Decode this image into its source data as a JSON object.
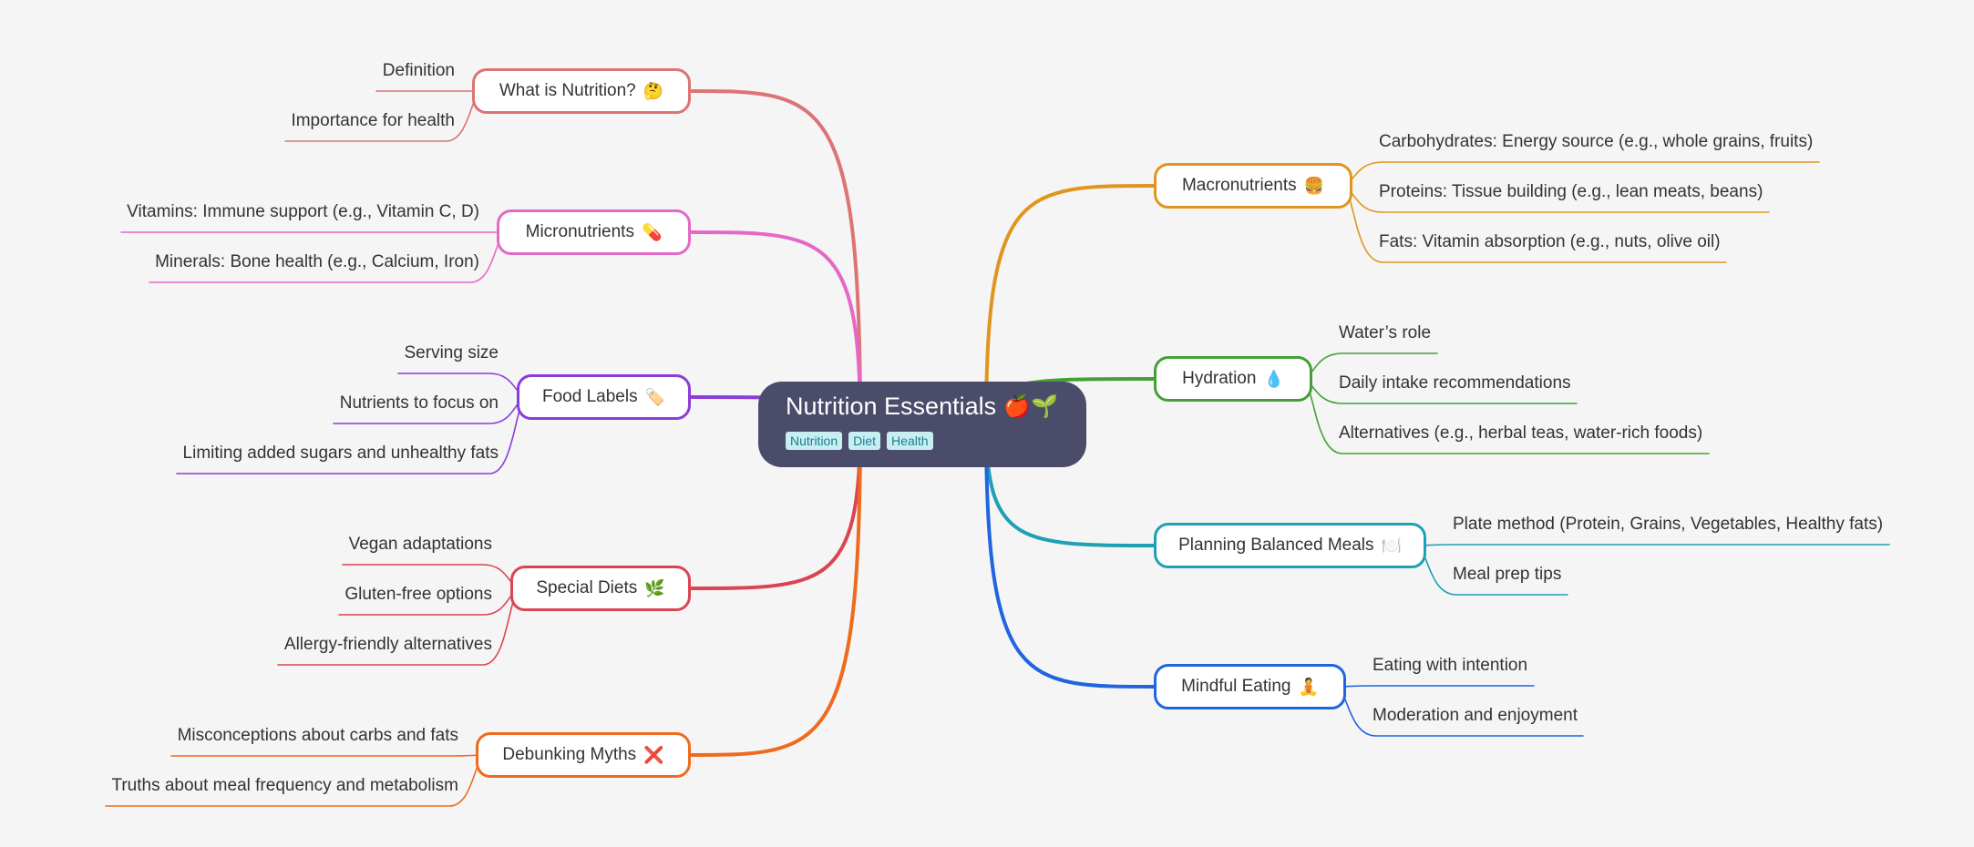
{
  "root": {
    "title": "Nutrition Essentials",
    "emoji": "🍎🌱",
    "tags": [
      "Nutrition",
      "Diet",
      "Health"
    ]
  },
  "branches": [
    {
      "id": "what-is-nutrition",
      "label": "What is Nutrition?",
      "emoji": "🤔",
      "color": "#dd7373",
      "children": [
        "Definition",
        "Importance for health"
      ]
    },
    {
      "id": "micronutrients",
      "label": "Micronutrients",
      "emoji": "💊",
      "color": "#e468c8",
      "children": [
        "Vitamins: Immune support (e.g., Vitamin C, D)",
        "Minerals: Bone health (e.g., Calcium, Iron)"
      ]
    },
    {
      "id": "food-labels",
      "label": "Food Labels",
      "emoji": "🏷️",
      "color": "#8b3dd8",
      "children": [
        "Serving size",
        "Nutrients to focus on",
        "Limiting added sugars and unhealthy fats"
      ]
    },
    {
      "id": "special-diets",
      "label": "Special Diets",
      "emoji": "🌿",
      "color": "#db4553",
      "children": [
        "Vegan adaptations",
        "Gluten-free options",
        "Allergy-friendly alternatives"
      ]
    },
    {
      "id": "debunking-myths",
      "label": "Debunking Myths",
      "emoji": "❌",
      "color": "#f06a1d",
      "children": [
        "Misconceptions about carbs and fats",
        "Truths about meal frequency and metabolism"
      ]
    },
    {
      "id": "macronutrients",
      "label": "Macronutrients",
      "emoji": "🍔",
      "color": "#e0951f",
      "children": [
        "Carbohydrates: Energy source (e.g., whole grains, fruits)",
        "Proteins: Tissue building (e.g., lean meats, beans)",
        "Fats: Vitamin absorption (e.g., nuts, olive oil)"
      ]
    },
    {
      "id": "hydration",
      "label": "Hydration",
      "emoji": "💧",
      "color": "#44a036",
      "children": [
        "Water’s role",
        "Daily intake recommendations",
        "Alternatives (e.g., herbal teas, water-rich foods)"
      ]
    },
    {
      "id": "planning-balanced-meals",
      "label": "Planning Balanced Meals",
      "emoji": "🍽️",
      "color": "#1fa0b4",
      "children": [
        "Plate method (Protein, Grains, Vegetables, Healthy fats)",
        "Meal prep tips"
      ]
    },
    {
      "id": "mindful-eating",
      "label": "Mindful Eating",
      "emoji": "🧘",
      "color": "#2064e0",
      "children": [
        "Eating with intention",
        "Moderation and enjoyment"
      ]
    }
  ]
}
